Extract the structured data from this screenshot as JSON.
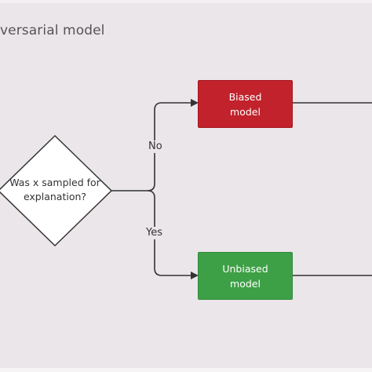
{
  "title": "versarial model",
  "decision": {
    "label": "Was x sampled for explanation?"
  },
  "branches": {
    "no_label": "No",
    "yes_label": "Yes"
  },
  "nodes": {
    "biased": {
      "label": "Biased\nmodel"
    },
    "unbiased": {
      "label": "Unbiased\nmodel"
    }
  },
  "colors": {
    "background": "#ebe6ea",
    "biased": "#c1222b",
    "unbiased": "#3ea046",
    "line": "#333333",
    "diamond_fill": "#ffffff"
  }
}
